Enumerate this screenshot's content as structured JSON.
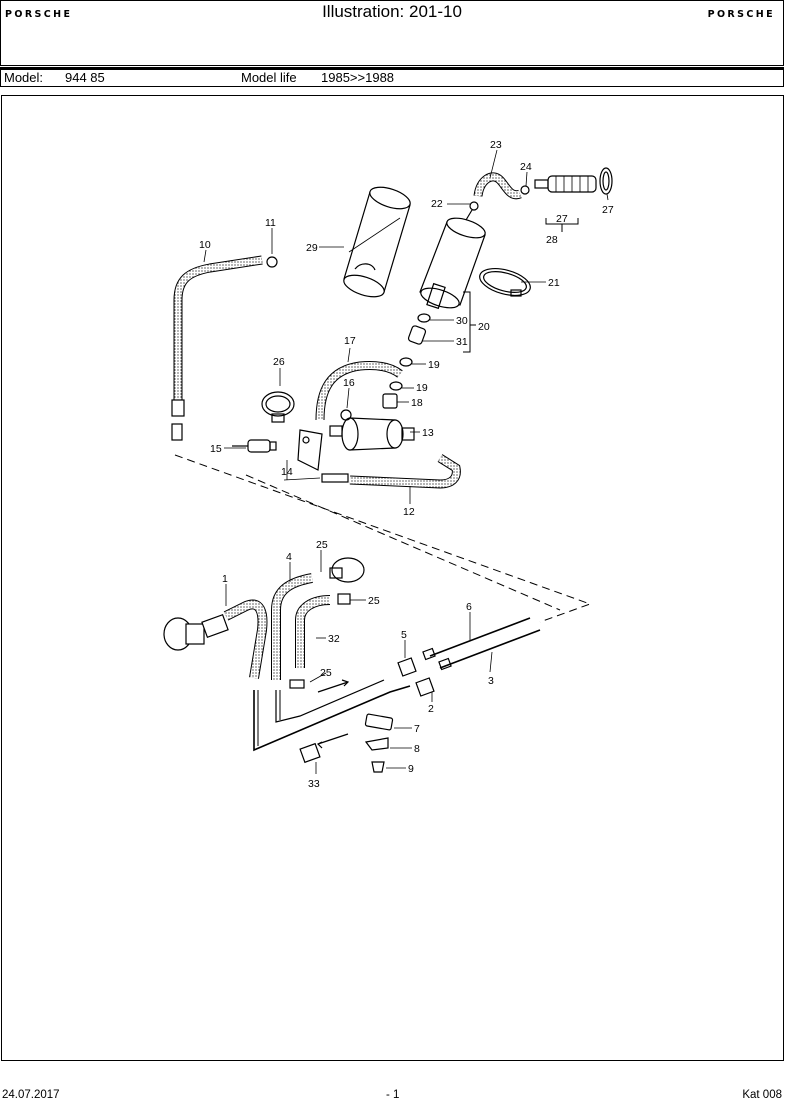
{
  "header": {
    "brand_left": "PORSCHE",
    "title": "Illustration: 201-10",
    "brand_right": "PORSCHE"
  },
  "model_bar": {
    "model_label": "Model:",
    "model_value": "944 85",
    "life_label": "Model life",
    "life_value": "1985>>1988"
  },
  "callouts": {
    "c1": "1",
    "c2": "2",
    "c3": "3",
    "c4": "4",
    "c5": "5",
    "c6": "6",
    "c7": "7",
    "c8": "8",
    "c9": "9",
    "c10": "10",
    "c11": "11",
    "c12": "12",
    "c13": "13",
    "c14": "14",
    "c15": "15",
    "c16": "16",
    "c17": "17",
    "c18": "18",
    "c19a": "19",
    "c19b": "19",
    "c20": "20",
    "c21": "21",
    "c22": "22",
    "c23": "23",
    "c24": "24",
    "c25a": "25",
    "c25b": "25",
    "c25c": "25",
    "c26": "26",
    "c27a": "27",
    "c27b": "27",
    "c28": "28",
    "c29": "29",
    "c30": "30",
    "c31": "31",
    "c32": "32",
    "c33": "33"
  },
  "footer": {
    "date": "24.07.2017",
    "page": "- 1",
    "catalog": "Kat 008"
  }
}
